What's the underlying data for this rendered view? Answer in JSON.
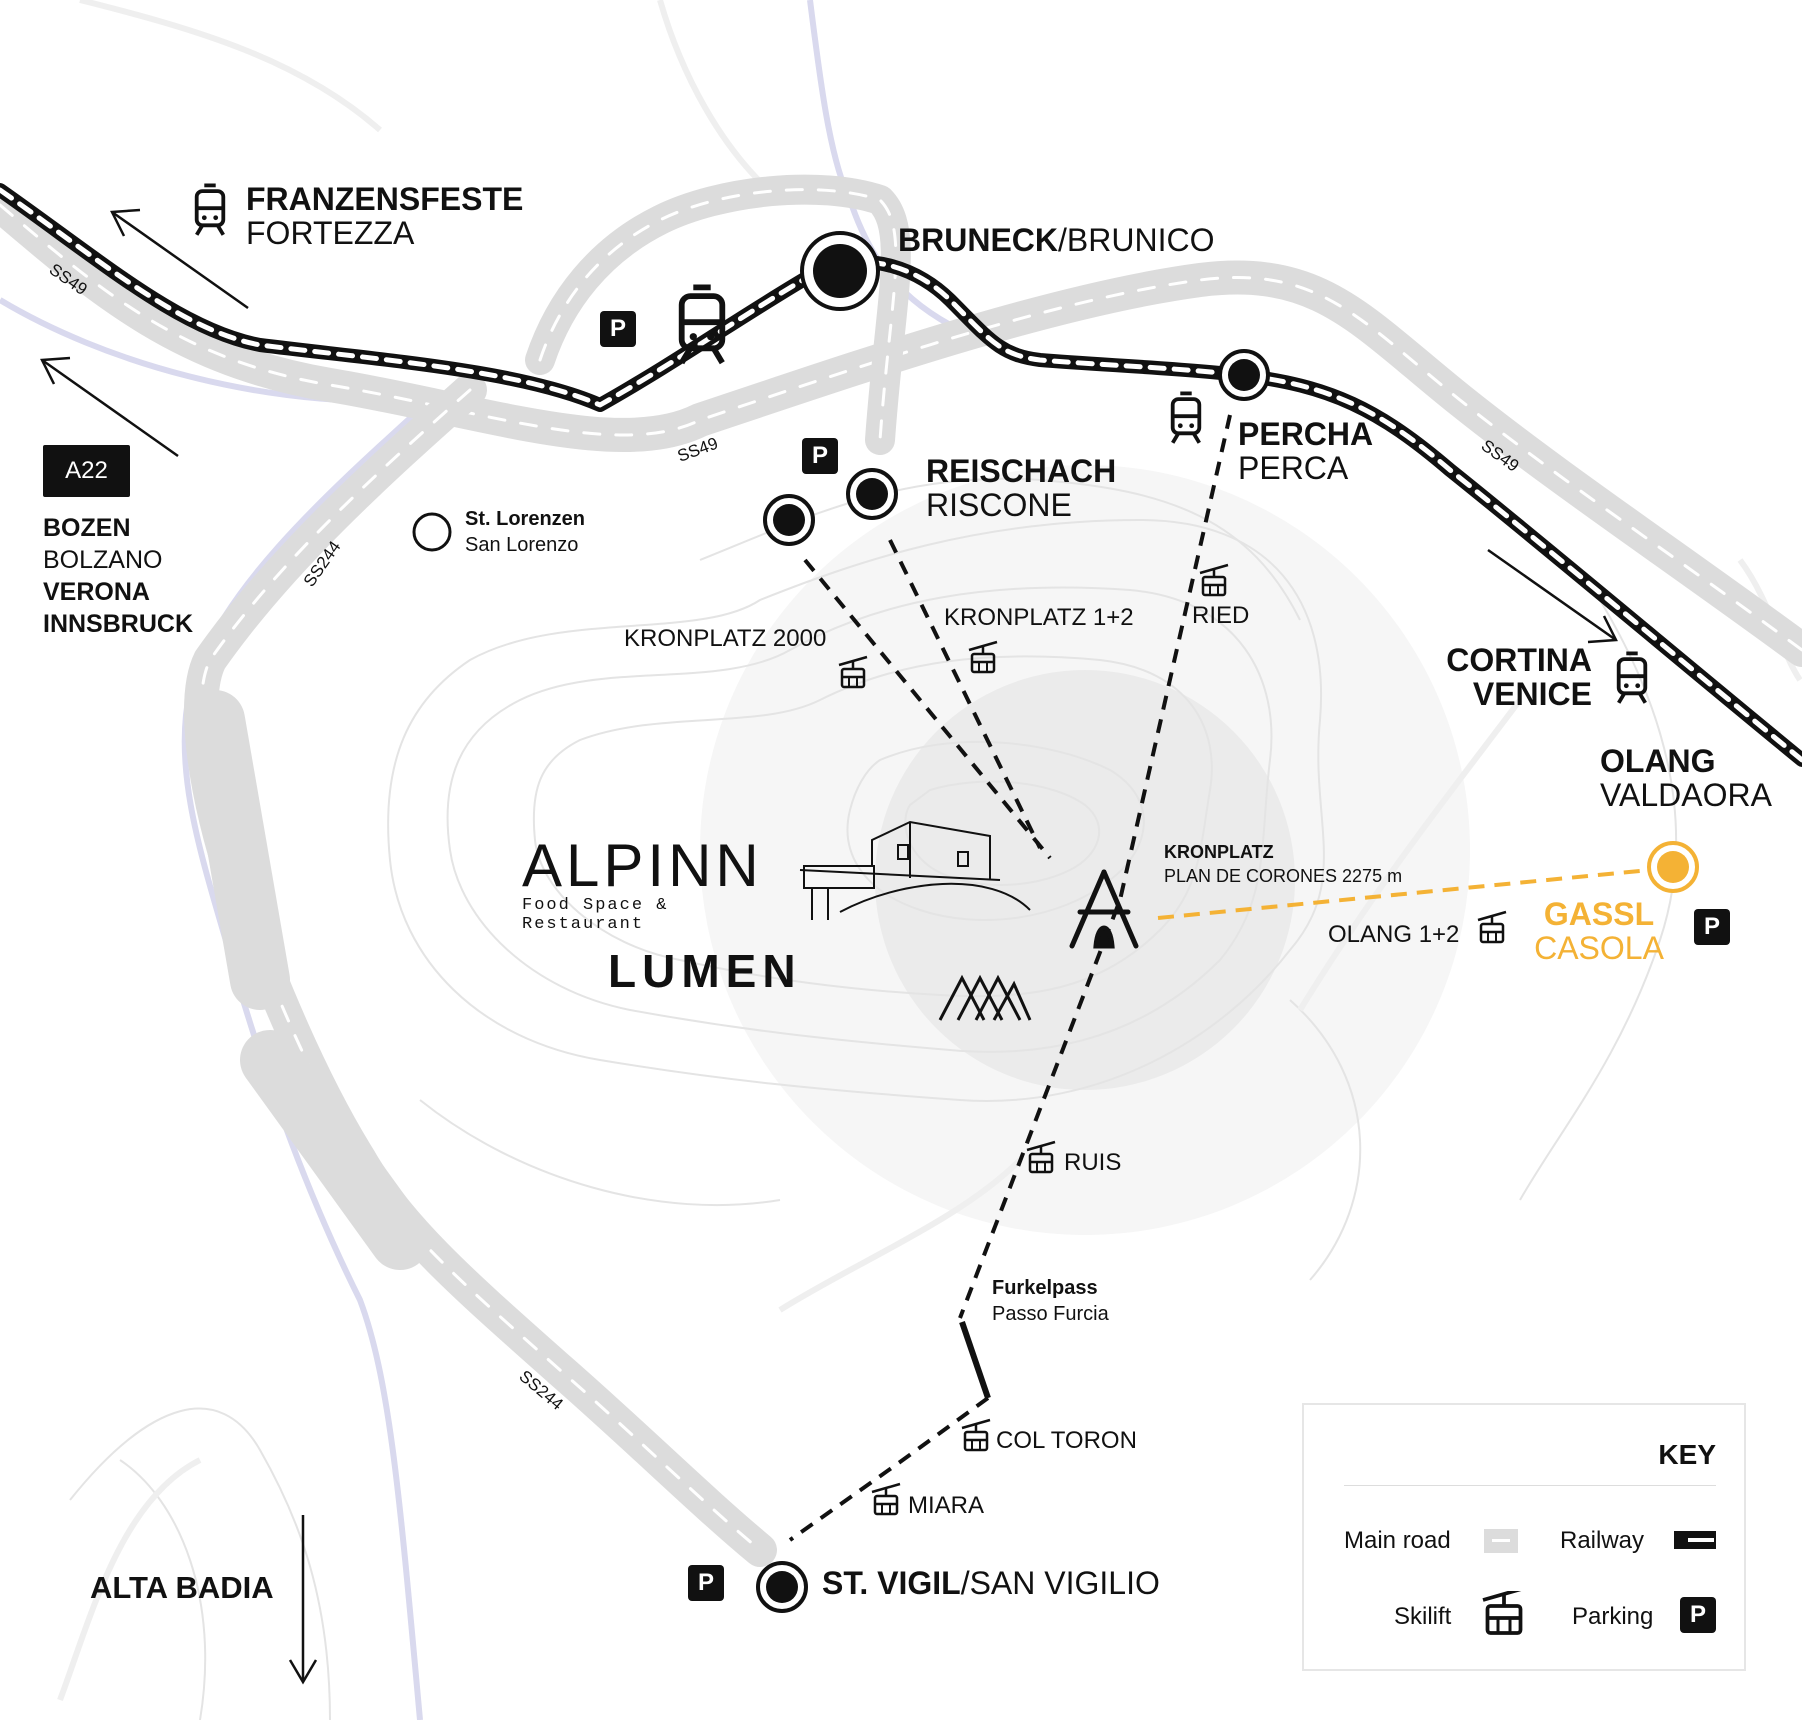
{
  "places": {
    "franzensfeste": {
      "de": "FRANZENSFESTE",
      "it": "FORTEZZA"
    },
    "bruneck": {
      "de": "BRUNECK",
      "it": "/BRUNICO"
    },
    "percha": {
      "de": "PERCHA",
      "it": "PERCA"
    },
    "reischach": {
      "de": "REISCHACH",
      "it": "RISCONE"
    },
    "st_lorenzen": {
      "de": "St. Lorenzen",
      "it": "San Lorenzo"
    },
    "cortina": {
      "line1": "CORTINA",
      "line2": "VENICE"
    },
    "olang": {
      "de": "OLANG",
      "it": "VALDAORA"
    },
    "gassl": {
      "de": "GASSL",
      "it": "CASOLA"
    },
    "st_vigil": {
      "de": "ST. VIGIL",
      "it": "/SAN VIGILIO"
    },
    "alta_badia": "ALTA BADIA",
    "furkelpass": {
      "de": "Furkelpass",
      "it": "Passo Furcia"
    },
    "kronplatz": {
      "de": "KRONPLATZ",
      "it": "PLAN DE CORONES 2275 m"
    }
  },
  "highway": {
    "badge": "A22",
    "destinations": [
      "BOZEN",
      "BOLZANO",
      "VERONA",
      "INNSBRUCK"
    ]
  },
  "roads": {
    "ss49": "SS49",
    "ss244": "SS244"
  },
  "lifts": {
    "kronplatz_2000": "KRONPLATZ 2000",
    "kronplatz_1_2": "KRONPLATZ 1+2",
    "ried": "RIED",
    "olang_1_2": "OLANG 1+2",
    "ruis": "RUIS",
    "col_toron": "COL TORON",
    "miara": "MIARA"
  },
  "parking_label": "P",
  "brands": {
    "alpinn": "ALPINN",
    "alpinn_tagline": "Food Space & Restaurant",
    "lumen": "LUMEN"
  },
  "key": {
    "title": "KEY",
    "main_road": "Main road",
    "railway": "Railway",
    "skilift": "Skilift",
    "parking": "Parking"
  },
  "colors": {
    "accent": "#f4b235",
    "road": "#dcdcdc",
    "river": "#d9d9ee",
    "ink": "#111111"
  }
}
